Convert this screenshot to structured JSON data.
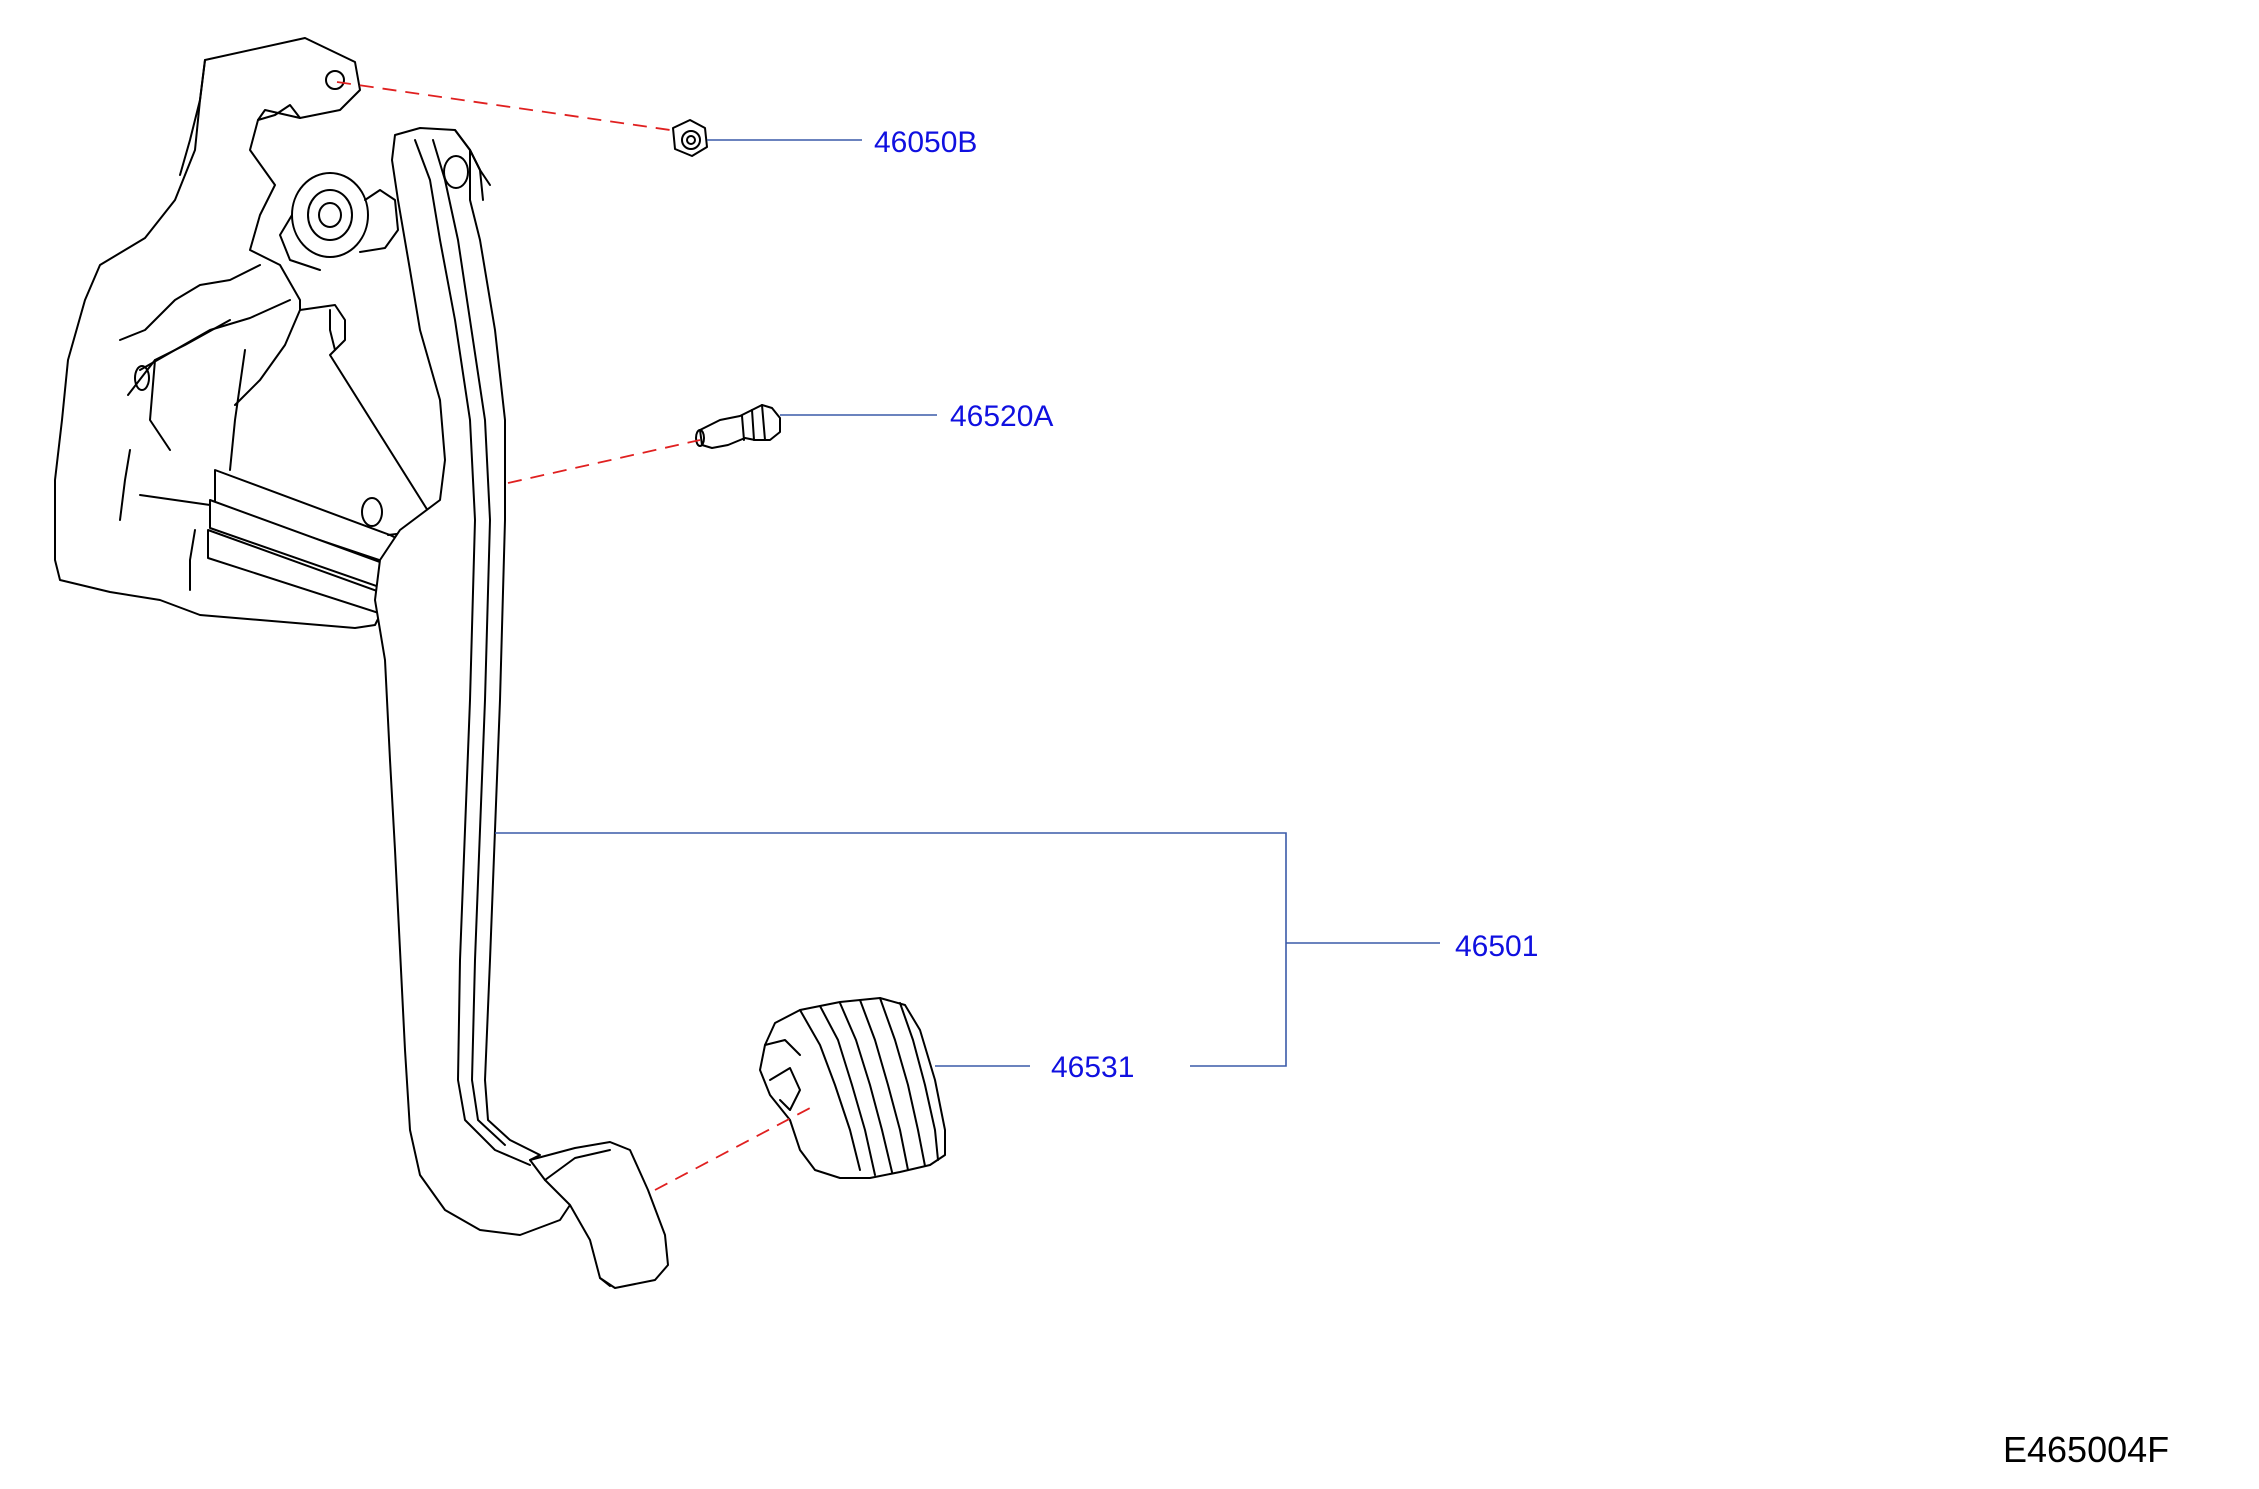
{
  "parts": [
    {
      "id": "nut",
      "number": "46050B"
    },
    {
      "id": "pin",
      "number": "46520A"
    },
    {
      "id": "pedal-assembly",
      "number": "46501"
    },
    {
      "id": "pedal-pad",
      "number": "46531"
    }
  ],
  "diagram_code": "E465004F",
  "colors": {
    "label": "#1010e0",
    "leader": "#3a5aa8",
    "dashed_guide": "#e02020",
    "outline": "#000000"
  }
}
